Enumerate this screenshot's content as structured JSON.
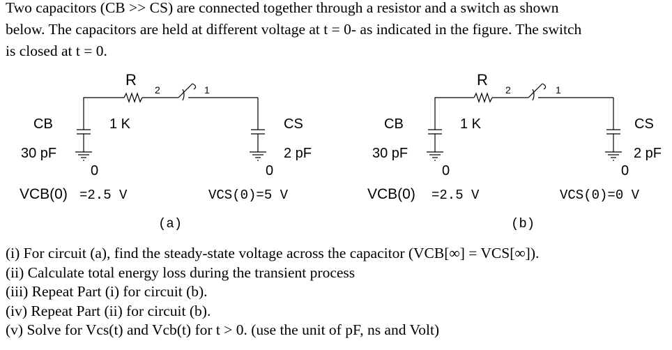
{
  "intro": {
    "line1": "Two capacitors (CB >> CS) are connected together through a resistor and a switch as shown",
    "line2": "below. The capacitors are held at different voltage at t = 0- as indicated in the figure. The switch",
    "line3": "is closed at t = 0."
  },
  "circuits": [
    {
      "id": "a",
      "resistor_name": "R",
      "resistor_value": "1 K",
      "node_left": "2",
      "node_right": "1",
      "cap_left_name": "CB",
      "cap_left_value": "30 pF",
      "cap_right_name": "CS",
      "cap_right_value": "2 pF",
      "ground_left": "0",
      "ground_right": "0",
      "vcb_label": "VCB(0)",
      "vcb_value": "=2.5 V",
      "vcs_label": "VCS(0)=5 V",
      "caption": "(a)"
    },
    {
      "id": "b",
      "resistor_name": "R",
      "resistor_value": "1 K",
      "node_left": "2",
      "node_right": "1",
      "cap_left_name": "CB",
      "cap_left_value": "30 pF",
      "cap_right_name": "CS",
      "cap_right_value": "2 pF",
      "ground_left": "0",
      "ground_right": "0",
      "vcb_label": "VCB(0)",
      "vcb_value": "=2.5 V",
      "vcs_label": "VCS(0)=0 V",
      "caption": "(b)"
    }
  ],
  "questions": [
    "(i) For circuit (a), find the steady-state voltage across the capacitor (VCB[∞] = VCS[∞]).",
    "(ii) Calculate total energy loss during the transient process",
    "(iii) Repeat Part (i) for circuit (b).",
    "(iv) Repeat Part (ii) for circuit (b).",
    "(v) Solve for Vcs(t) and Vcb(t) for t > 0. (use the unit of pF, ns and Volt)"
  ]
}
